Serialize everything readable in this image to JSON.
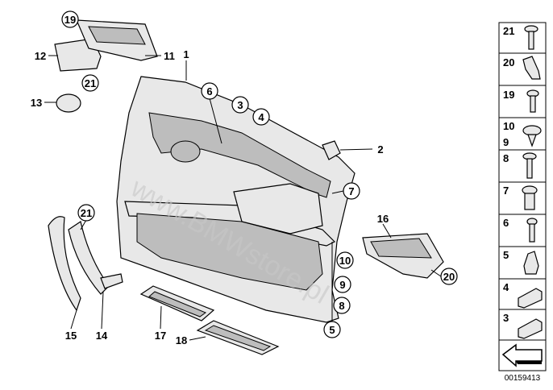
{
  "diagram_number": "00159413",
  "watermark": "www.BMWstore.pl",
  "callouts": {
    "c19_top": "19",
    "c12": "12",
    "c11": "11",
    "c1": "1",
    "c21_top": "21",
    "c13": "13",
    "c6": "6",
    "c3": "3",
    "c4": "4",
    "c2": "2",
    "c7": "7",
    "c16": "16",
    "c21_mid": "21",
    "c10": "10",
    "c20": "20",
    "c9": "9",
    "c8": "8",
    "c5": "5",
    "c15": "15",
    "c14": "14",
    "c17": "17",
    "c18": "18"
  },
  "legend": [
    {
      "label": "21",
      "icon": "screw-icon"
    },
    {
      "label": "20",
      "icon": "clip-icon"
    },
    {
      "label": "19",
      "icon": "screw-icon"
    },
    {
      "label": "10",
      "label2": "9",
      "icon": "expanding-rivet-icon"
    },
    {
      "label": "8",
      "icon": "screw-icon"
    },
    {
      "label": "7",
      "icon": "expanding-nut-icon"
    },
    {
      "label": "6",
      "icon": "screw-icon"
    },
    {
      "label": "5",
      "icon": "nut-icon"
    },
    {
      "label": "4",
      "icon": "bracket-icon"
    },
    {
      "label": "3",
      "icon": "bracket-icon"
    },
    {
      "label": "",
      "icon": "arrow-icon"
    }
  ]
}
